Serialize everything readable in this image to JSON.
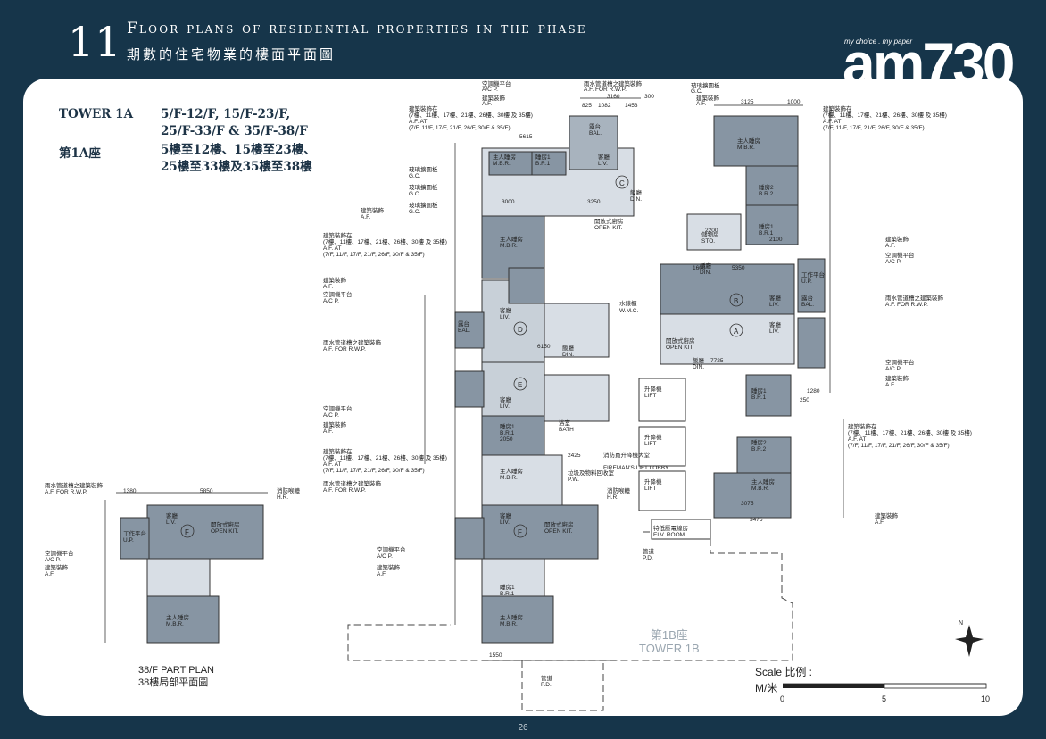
{
  "header": {
    "section_number": "11",
    "title_en": "Floor plans of residential properties in the phase",
    "title_zh": "期數的住宅物業的樓面平面圖"
  },
  "logo": {
    "tagline": "my choice . my paper",
    "mark": "am730"
  },
  "tower": {
    "label_en": "TOWER 1A",
    "floors_en_1": "5/F-12/F, 15/F-23/F,",
    "floors_en_2": "25/F-33/F & 35/F-38/F",
    "label_zh": "第1A座",
    "floors_zh_1": "5樓至12樓、15樓至23樓、",
    "floors_zh_2": "25樓至33樓及35樓至38樓"
  },
  "plan_labels": {
    "ac_platform": "空調機平台",
    "ac_platform_en": "A/C P.",
    "arch_feature": "建築裝飾",
    "arch_feature_en": "A.F.",
    "glass_cap": "玻璃擴圍板",
    "glass_cap_en": "G.C.",
    "rwp": "雨水管道槽之建築裝飾",
    "rwp_en": "A.F. FOR R.W.P.",
    "af_at_zh": "建築裝飾在",
    "af_at_floors_zh": "(7樓、11樓、17樓、21樓、26樓、30樓 及 35樓)",
    "af_at": "A.F. AT",
    "af_at_floors": "(7/F, 11/F, 17/F, 21/F, 26/F, 30/F & 35/F)",
    "living": "客廳",
    "living_en": "LIV.",
    "dining": "飯廳",
    "dining_en": "DIN.",
    "kitchen": "開放式廚房",
    "kitchen_en": "OPEN KIT.",
    "master": "主人睡房",
    "master_en": "M.B.R.",
    "bedroom1": "睡房1",
    "bedroom1_en": "B.R.1",
    "bedroom2": "睡房2",
    "bedroom2_en": "B.R.2",
    "balcony": "露台",
    "balcony_en": "BAL.",
    "utility": "工作平台",
    "utility_en": "U.P.",
    "store": "儲物房",
    "store_en": "STO.",
    "lift": "升降機",
    "lift_en": "LIFT",
    "fireman": "消防員升降機大堂",
    "fireman_en": "FIREMAN'S LIFT LOBBY",
    "elv_room": "特低壓電線房",
    "elv_room_en": "ELV. ROOM",
    "pipe_duct": "管道",
    "pipe_duct_en": "P.D.",
    "hose_reel": "消防喉轆",
    "hose_reel_en": "H.R.",
    "wmc": "水錶櫃",
    "wmc_en": "W.M.C.",
    "refuse": "垃圾及物料回收室",
    "refuse_en": "P.W.",
    "bath": "浴室",
    "bath_en": "BATH"
  },
  "units": [
    "A",
    "B",
    "C",
    "D",
    "E",
    "F"
  ],
  "dimensions": [
    "3160",
    "300",
    "825",
    "1082",
    "1453",
    "5615",
    "3125",
    "1000",
    "3000",
    "3250",
    "6150",
    "7725",
    "5350",
    "3475",
    "3075",
    "2425",
    "2050",
    "1550",
    "1380",
    "5850",
    "1280",
    "250",
    "2100",
    "1600",
    "2200"
  ],
  "part_plan": {
    "en": "38/F PART PLAN",
    "zh": "38樓局部平面圖"
  },
  "tower_1b": {
    "zh": "第1B座",
    "en": "TOWER 1B"
  },
  "scale": {
    "label": "Scale 比例 :",
    "unit": "M/米",
    "ticks": [
      "0",
      "5",
      "10"
    ]
  },
  "page_number": "26"
}
